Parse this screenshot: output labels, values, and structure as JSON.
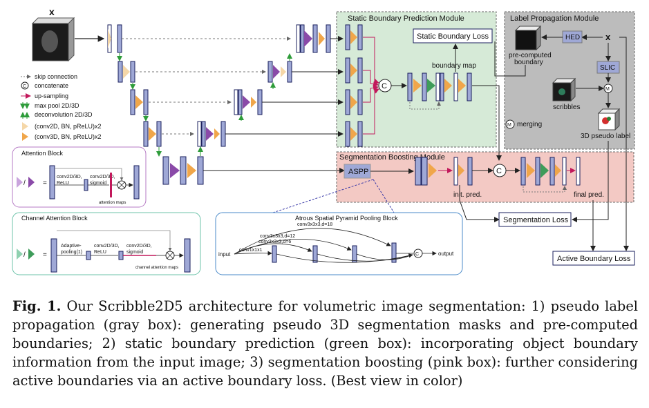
{
  "input_label": "x",
  "static_module": {
    "title": "Static Boundary Prediction Module",
    "loss": "Static Boundary Loss",
    "map_label": "boundary map"
  },
  "label_module": {
    "title": "Label Propagation Module",
    "hed": "HED",
    "x": "x",
    "precomputed_line1": "pre-computed",
    "precomputed_line2": "boundary",
    "slic": "SLIC",
    "scribbles": "scribbles",
    "pseudo": "3D pseudo label",
    "merge_symbol": "M"
  },
  "merging_label": "merging",
  "seg_module": {
    "title": "Segmentation Boosting Module",
    "aspp": "ASPP",
    "init_pred": "init. pred.",
    "final_pred": "final pred.",
    "loss": "Segmentation Loss"
  },
  "active_loss": "Active Boundary Loss",
  "legend": {
    "items": [
      "skip connection",
      "concatenate",
      "up-sampling",
      "max pool 2D/3D",
      "deconvolution 2D/3D",
      "(conv2D, BN, pReLU)x2",
      "(conv3D, BN, pReLU)x2"
    ],
    "concat_symbol": "C"
  },
  "attention_block": {
    "title": "Attention Block",
    "conv1": "conv2D/3D,",
    "conv1b": "ReLU",
    "conv2": "conv2D/3D,",
    "conv2b": "sigmoid",
    "maps": "attention maps",
    "eq": "="
  },
  "channel_block": {
    "title": "Channel Attention Block",
    "pool": "Adaptive-",
    "poolb": "pooling(1)",
    "conv1": "conv2D/3D,",
    "conv1b": "ReLU",
    "conv2": "conv2D/3D,",
    "conv2b": "sigmoid",
    "maps": "channel attention maps",
    "eq": "="
  },
  "aspp_block": {
    "title": "Atrous Spatial Pyramid Pooling Block",
    "input": "input",
    "output": "output",
    "b1": "conv1x1x1",
    "b2": "conv3x3x3,d=6",
    "b3": "conv3x3x3,d=12",
    "b4": "conv3x3x3,d=18",
    "concat_symbol": "C"
  },
  "concat_symbol": "C",
  "caption": {
    "label": "Fig. 1.",
    "text": " Our Scribble2D5 architecture for volumetric image segmentation: 1) pseudo label propagation (gray box): generating pseudo 3D segmentation masks and pre-computed boundaries; 2) static boundary prediction (green box): incorporating object boundary information from the input image; 3) segmentation boosting (pink box): further considering active boundaries via an active boundary loss. (Best view in color)"
  },
  "colors": {
    "block": "#9fa8d6",
    "block_stroke": "#1a1f5c",
    "orange": "#f0a64a",
    "purple": "#8a4aa8",
    "green": "#3e9c5a",
    "green_box": "#d6ead7",
    "gray_box": "#bcbcbc",
    "pink_box": "#f3c9c4",
    "arrow_red": "#c2185b"
  }
}
